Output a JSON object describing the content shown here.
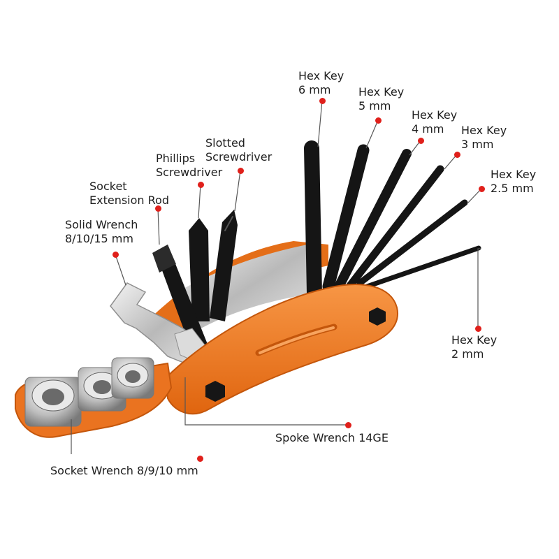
{
  "labels": {
    "hex6": [
      "Hex Key",
      "6 mm"
    ],
    "hex5": [
      "Hex Key",
      "5 mm"
    ],
    "hex4": [
      "Hex Key",
      "4 mm"
    ],
    "hex3": [
      "Hex Key",
      "3 mm"
    ],
    "hex25": [
      "Hex Key",
      "2.5 mm"
    ],
    "hex2": [
      "Hex Key",
      "2 mm"
    ],
    "slotted": [
      "Slotted",
      "Screwdriver"
    ],
    "phillips": [
      "Phillips",
      "Screwdriver"
    ],
    "socket_ext": [
      "Socket",
      "Extension Rod"
    ],
    "solid_wrench": [
      "Solid Wrench",
      "8/10/15 mm"
    ],
    "spoke": "Spoke Wrench 14GE",
    "socket_wrench": "Socket Wrench 8/9/10 mm"
  },
  "colors": {
    "marker": "#e0201b",
    "body_orange": "#f07a22",
    "tool_black": "#151515",
    "steel": "#c9c9c9"
  }
}
